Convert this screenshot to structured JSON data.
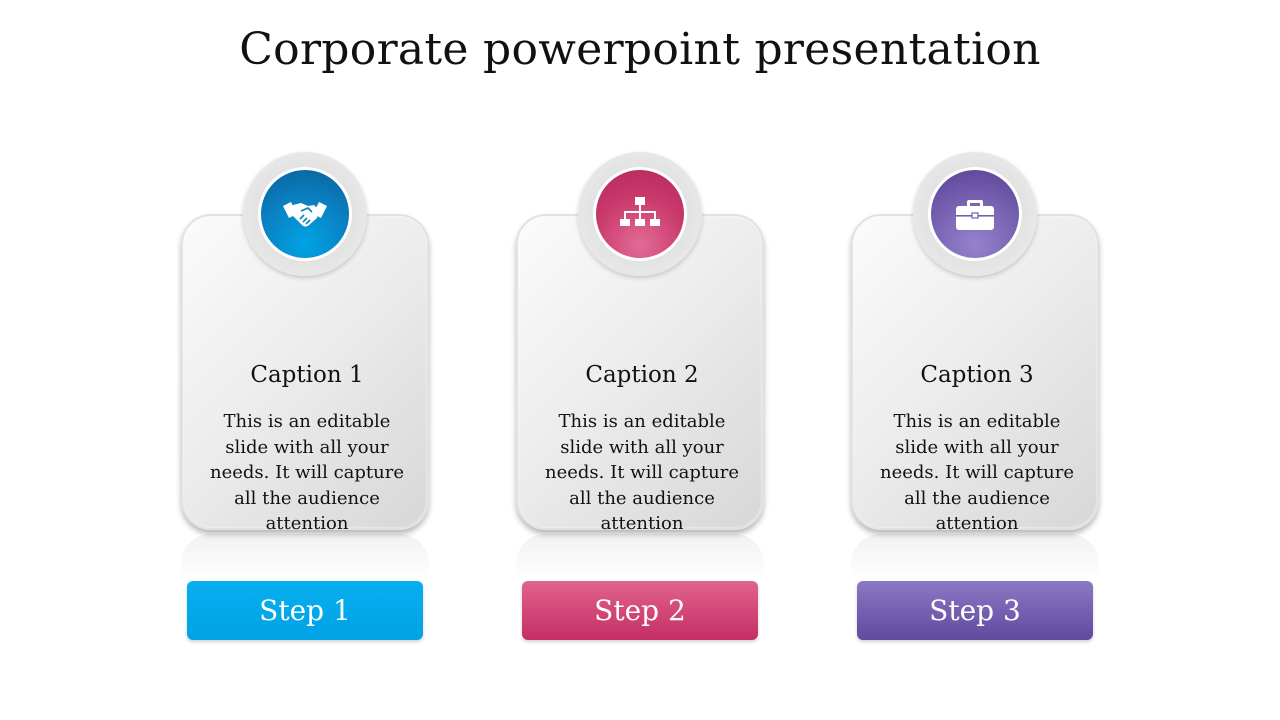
{
  "title": "Corporate powerpoint presentation",
  "cards": [
    {
      "caption": "Caption 1",
      "description": "This is an editable slide with all your needs. It will capture all the audience attention",
      "step_label": "Step 1",
      "icon": "handshake-icon",
      "color": "#00a3e4",
      "color_dark": "#0a5f9a"
    },
    {
      "caption": "Caption 2",
      "description": "This is an editable slide with all your needs. It will capture all the audience attention",
      "step_label": "Step 2",
      "icon": "org-chart-icon",
      "color": "#da5a87",
      "color_dark": "#b8265d"
    },
    {
      "caption": "Caption 3",
      "description": "This is an editable slide with all your needs. It will capture all the audience attention",
      "step_label": "Step 3",
      "icon": "briefcase-icon",
      "color": "#8a74c0",
      "color_dark": "#5a3f92"
    }
  ]
}
